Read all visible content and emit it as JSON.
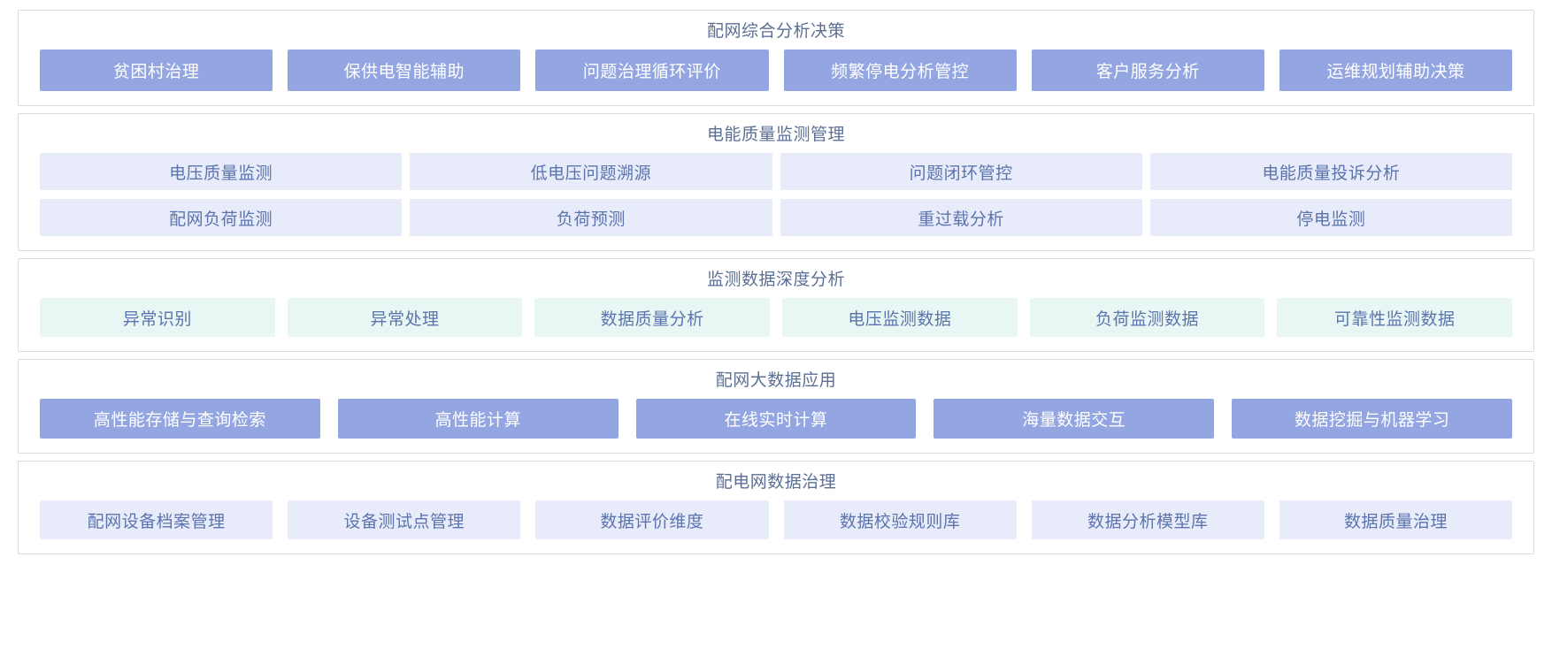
{
  "sections": [
    {
      "id": "integrated-analysis-decision",
      "title": "配网综合分析决策",
      "style": "solid",
      "rows": [
        [
          "贫困村治理",
          "保供电智能辅助",
          "问题治理循环评价",
          "频繁停电分析管控",
          "客户服务分析",
          "运维规划辅助决策"
        ]
      ]
    },
    {
      "id": "power-quality-monitoring",
      "title": "电能质量监测管理",
      "style": "lavender",
      "rows": [
        [
          "电压质量监测",
          "低电压问题溯源",
          "问题闭环管控",
          "电能质量投诉分析"
        ],
        [
          "配网负荷监测",
          "负荷预测",
          "重过载分析",
          "停电监测"
        ]
      ]
    },
    {
      "id": "monitoring-data-deep-analysis",
      "title": "监测数据深度分析",
      "style": "mint",
      "rows": [
        [
          "异常识别",
          "异常处理",
          "数据质量分析",
          "电压监测数据",
          "负荷监测数据",
          "可靠性监测数据"
        ]
      ]
    },
    {
      "id": "distribution-big-data-application",
      "title": "配网大数据应用",
      "style": "solid",
      "rows": [
        [
          "高性能存储与查询检索",
          "高性能计算",
          "在线实时计算",
          "海量数据交互",
          "数据挖掘与机器学习"
        ]
      ]
    },
    {
      "id": "distribution-network-data-governance",
      "title": "配电网数据治理",
      "style": "lavender",
      "rows": [
        [
          "配网设备档案管理",
          "设备测试点管理",
          "数据评价维度",
          "数据校验规则库",
          "数据分析模型库",
          "数据质量治理"
        ]
      ]
    }
  ],
  "colors": {
    "solid_bg": "#93a6e2",
    "solid_text": "#ffffff",
    "lavender_bg": "#e8ebfa",
    "mint_bg": "#e9f7f4",
    "tile_text": "#5b74ae",
    "title_text": "#5c6f94",
    "panel_border": "#dcdcdc",
    "page_bg": "#ffffff"
  }
}
